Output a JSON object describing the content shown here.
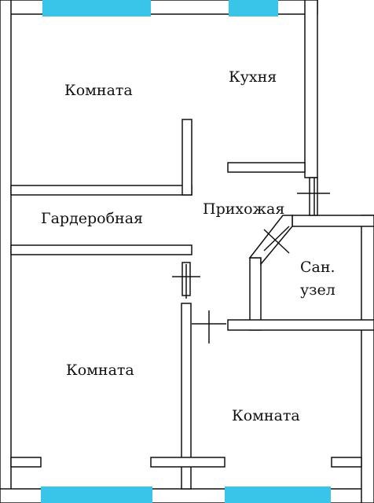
{
  "colors": {
    "wall_fill": "#ffffff",
    "wall_stroke": "#111111",
    "window": "#39c4ea"
  },
  "rooms": {
    "room_top_left": "Комната",
    "kitchen": "Кухня",
    "wardrobe": "Гардеробная",
    "hallway": "Прихожая",
    "bathroom_line1": "Сан.",
    "bathroom_line2": "узел",
    "room_bottom_left": "Комната",
    "room_bottom_right": "Комната"
  }
}
